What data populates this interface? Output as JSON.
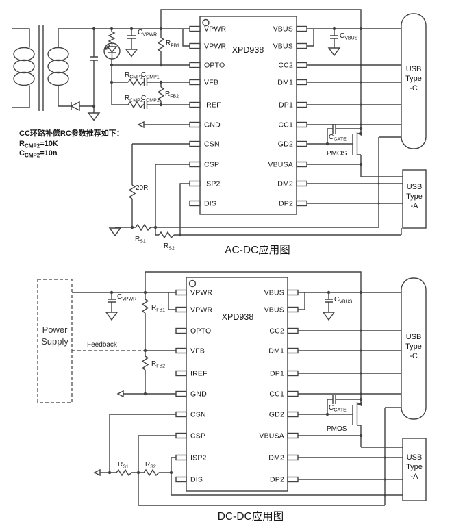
{
  "colors": {
    "line": "#424242",
    "text": "#161616",
    "background": "#ffffff"
  },
  "chip": {
    "name": "XPD938",
    "pins_left": [
      "VPWR",
      "VPWR",
      "OPTO",
      "VFB",
      "IREF",
      "GND",
      "CSN",
      "CSP",
      "ISP2",
      "DIS"
    ],
    "pins_right": [
      "VBUS",
      "VBUS",
      "CC2",
      "DM1",
      "DP1",
      "CC1",
      "GD2",
      "VBUSA",
      "DM2",
      "DP2"
    ]
  },
  "labels": {
    "c_vpwr": {
      "base": "C",
      "sub": "VPWR"
    },
    "c_vbus": {
      "base": "C",
      "sub": "VBUS"
    },
    "c_gate": {
      "base": "C",
      "sub": "GATE"
    },
    "r_fb1": {
      "base": "R",
      "sub": "FB1"
    },
    "r_fb2": {
      "base": "R",
      "sub": "FB2"
    },
    "r_cmp1": {
      "base": "R",
      "sub": "CMP1"
    },
    "c_cmp1": {
      "base": "C",
      "sub": "CMP1"
    },
    "r_cmp2": {
      "base": "R",
      "sub": "CMP2"
    },
    "c_cmp2": {
      "base": "C",
      "sub": "CMP2"
    },
    "r_s1": {
      "base": "R",
      "sub": "S1"
    },
    "r_s2": {
      "base": "R",
      "sub": "S2"
    },
    "r20": "20R",
    "pmos": "PMOS",
    "feedback": "Feedback"
  },
  "note": {
    "title": "CC环路补偿RC参数推荐如下：",
    "line2": {
      "base": "R",
      "sub": "CMP2",
      "rest": "=10K"
    },
    "line3": {
      "base": "C",
      "sub": "CMP2",
      "rest": "=10n"
    }
  },
  "power_supply": {
    "line1": "Power",
    "line2": "Supply"
  },
  "connectors": {
    "usb_c": {
      "line1": "USB",
      "line2": "Type",
      "line3": "-C"
    },
    "usb_a": {
      "line1": "USB",
      "line2": "Type",
      "line3": "-A"
    }
  },
  "captions": {
    "top": "AC-DC应用图",
    "bottom": "DC-DC应用图"
  }
}
